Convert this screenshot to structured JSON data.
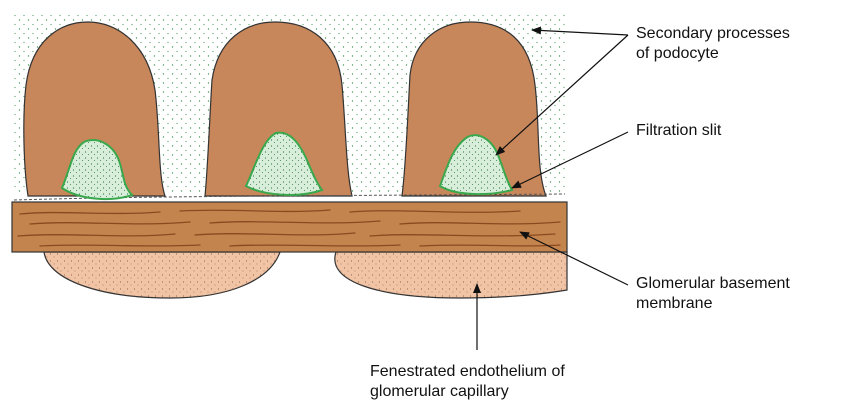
{
  "labels": {
    "secondary_processes": {
      "line1": "Secondary processes",
      "line2": "of podocyte"
    },
    "filtration_slit": {
      "line1": "Filtration slit"
    },
    "basement_membrane": {
      "line1": "Glomerular basement",
      "line2": "membrane"
    },
    "endothelium": {
      "line1": "Fenestrated endothelium of",
      "line2": "glomerular capillary"
    }
  },
  "colors": {
    "podocyte": "#c8875a",
    "membrane": "#c4844e",
    "membrane_fiber": "#8a4a20",
    "endothelium": "#f2c4a6",
    "slit_fill": "#d8eedb",
    "slit_border": "#3aa84c",
    "stipple": "#4c9a5e",
    "outline": "#333333"
  }
}
